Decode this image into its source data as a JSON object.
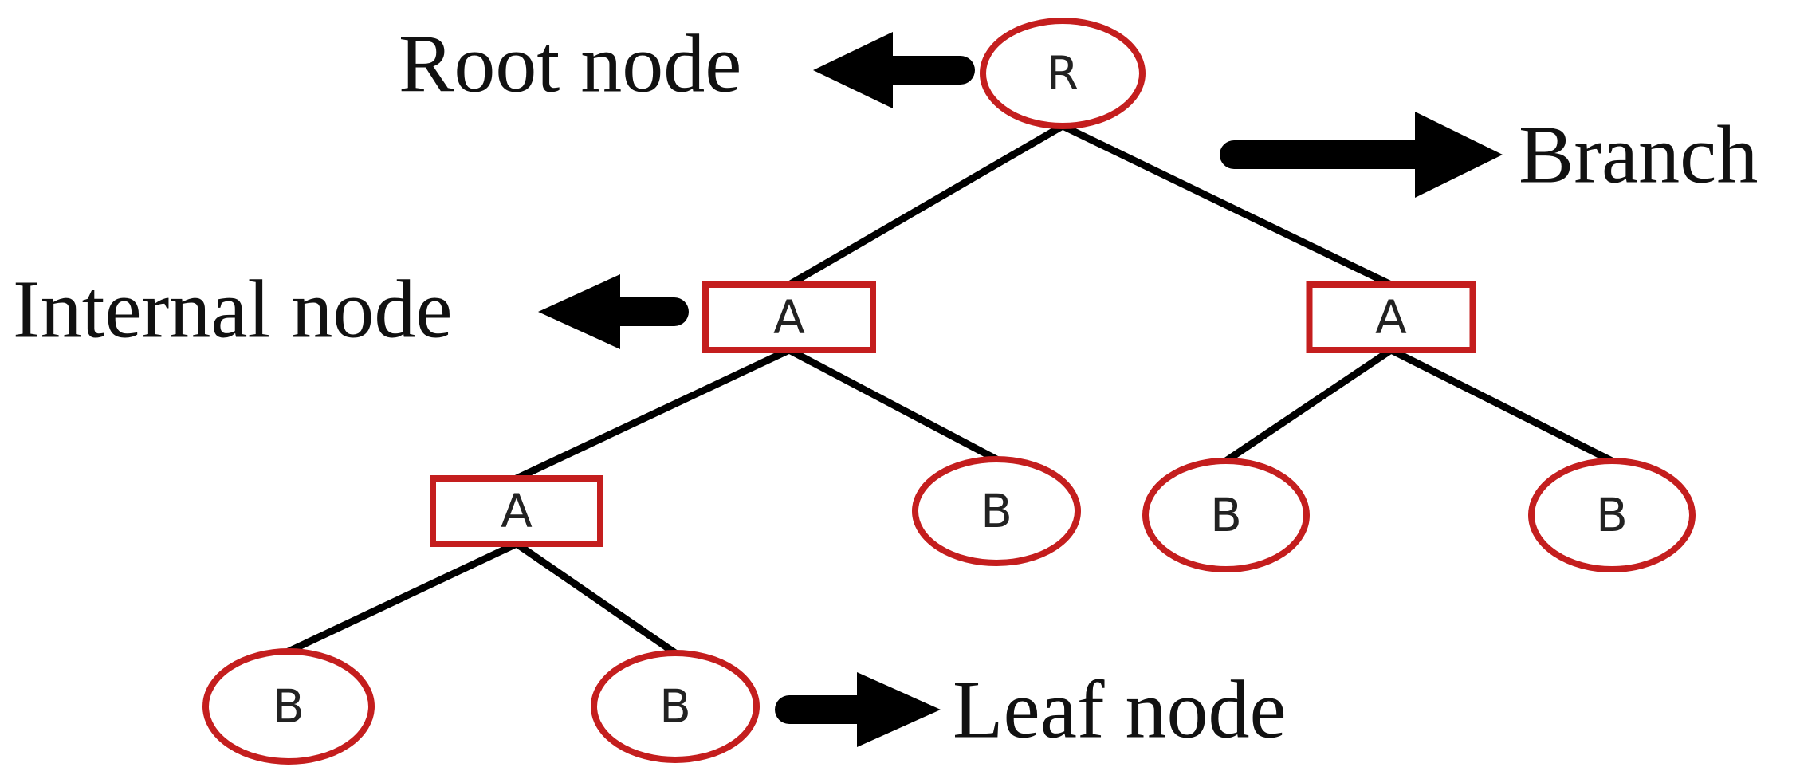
{
  "colors": {
    "node_outline": "#c41e1e",
    "edge": "#000000",
    "arrow": "#000000",
    "text": "#111111"
  },
  "tree": {
    "nodes": [
      {
        "id": "root",
        "label": "R",
        "shape": "ellipse"
      },
      {
        "id": "internal-1",
        "label": "A",
        "shape": "rect"
      },
      {
        "id": "internal-2",
        "label": "A",
        "shape": "rect"
      },
      {
        "id": "internal-3",
        "label": "A",
        "shape": "rect"
      },
      {
        "id": "leaf-1",
        "label": "B",
        "shape": "ellipse"
      },
      {
        "id": "leaf-2",
        "label": "B",
        "shape": "ellipse"
      },
      {
        "id": "leaf-3",
        "label": "B",
        "shape": "ellipse"
      },
      {
        "id": "leaf-4",
        "label": "B",
        "shape": "ellipse"
      },
      {
        "id": "leaf-5",
        "label": "B",
        "shape": "ellipse"
      }
    ],
    "edges": [
      [
        "root",
        "internal-1"
      ],
      [
        "root",
        "internal-2"
      ],
      [
        "internal-1",
        "internal-3"
      ],
      [
        "internal-1",
        "leaf-1"
      ],
      [
        "internal-2",
        "leaf-2"
      ],
      [
        "internal-2",
        "leaf-3"
      ],
      [
        "internal-3",
        "leaf-4"
      ],
      [
        "internal-3",
        "leaf-5"
      ]
    ]
  },
  "annotations": {
    "root": "Root node",
    "branch": "Branch",
    "internal": "Internal node",
    "leaf": "Leaf node"
  }
}
